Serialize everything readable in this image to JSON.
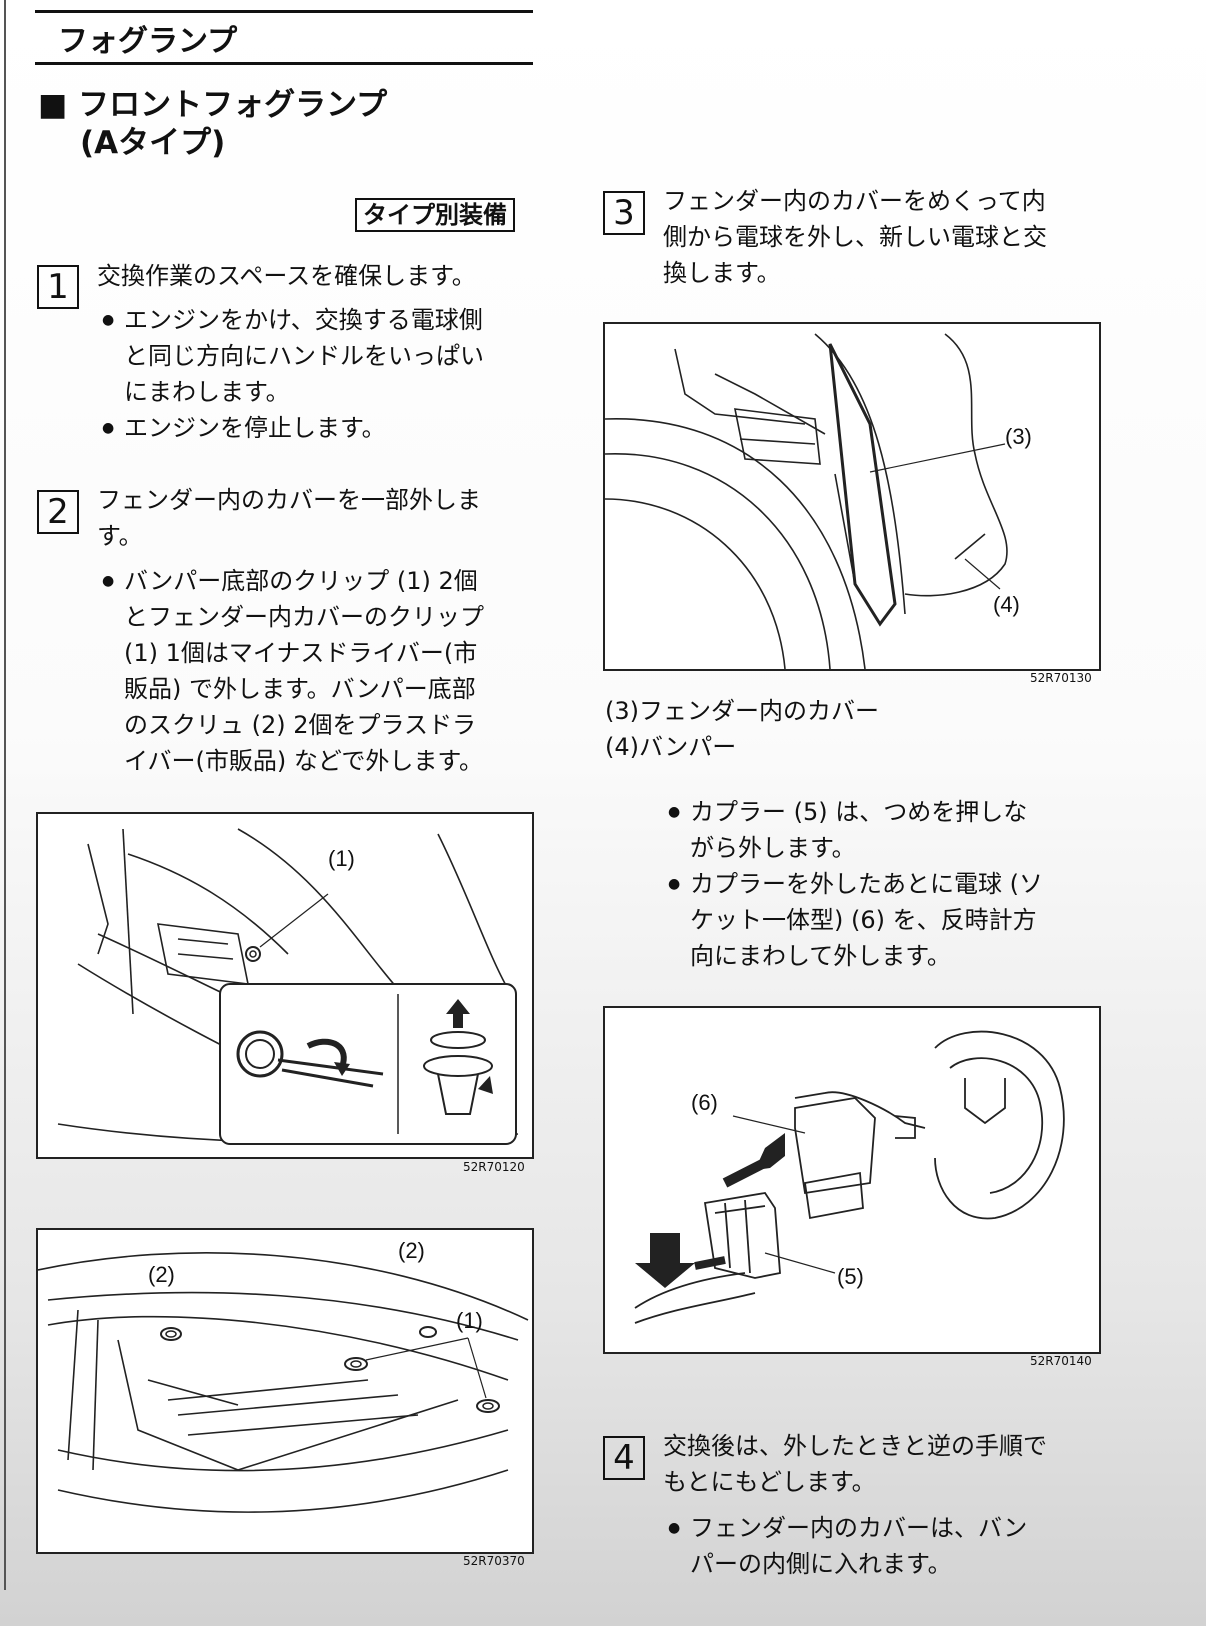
{
  "section_title": "フォグランプ",
  "subsection_title_line1": "■ フロントフォグランプ",
  "subsection_title_line2": "(Aタイプ)",
  "type_tag": "タイプ別装備",
  "step1": {
    "num": "1",
    "text": "交換作業のスペースを確保します。",
    "bullet1": [
      "エンジンをかけ、交換する電球側",
      "と同じ方向にハンドルをいっぱい",
      "にまわします。"
    ],
    "bullet2": "エンジンを停止します。"
  },
  "step2": {
    "num": "2",
    "text": [
      "フェンダー内のカバーを一部外しま",
      "す。"
    ],
    "bullet1": [
      "バンパー底部のクリップ (1) 2個",
      "とフェンダー内カバーのクリップ",
      "(1) 1個はマイナスドライバー(市",
      "販品) で外します。バンパー底部",
      "のスクリュ (2) 2個をプラスドラ",
      "イバー(市販品) などで外します。"
    ]
  },
  "fig1": {
    "code": "52R70120",
    "label1": "(1)"
  },
  "fig2": {
    "code": "52R70370",
    "label2a": "(2)",
    "label2b": "(2)",
    "label1": "(1)"
  },
  "step3": {
    "num": "3",
    "text": [
      "フェンダー内のカバーをめくって内",
      "側から電球を外し、新しい電球と交",
      "換します。"
    ],
    "caption1": "(3)フェンダー内のカバー",
    "caption2": "(4)バンパー",
    "bullet1": [
      "カプラー (5) は、つめを押しな",
      "がら外します。"
    ],
    "bullet2": [
      "カプラーを外したあとに電球 (ソ",
      "ケット一体型) (6) を、反時計方",
      "向にまわして外します。"
    ]
  },
  "fig3": {
    "code": "52R70130",
    "label3": "(3)",
    "label4": "(4)"
  },
  "fig4": {
    "code": "52R70140",
    "label6": "(6)",
    "label5": "(5)"
  },
  "step4": {
    "num": "4",
    "text": [
      "交換後は、外したときと逆の手順で",
      "もとにもどします。"
    ],
    "bullet1": [
      "フェンダー内のカバーは、バン",
      "パーの内側に入れます。"
    ]
  }
}
